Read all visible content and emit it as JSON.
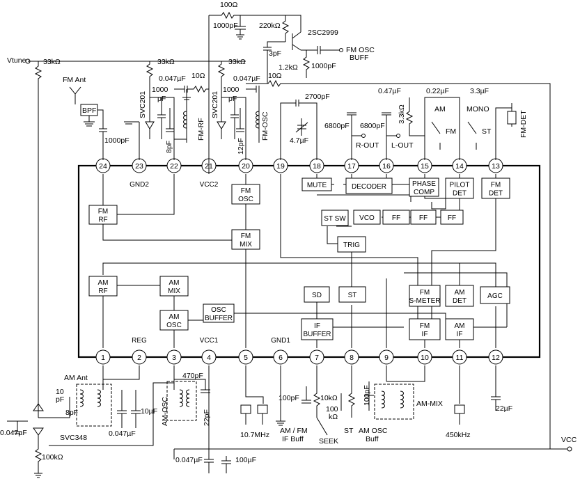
{
  "top_pins": [
    {
      "num": "24",
      "label": ""
    },
    {
      "num": "23",
      "label": "GND2"
    },
    {
      "num": "22",
      "label": ""
    },
    {
      "num": "21",
      "label": "VCC2"
    },
    {
      "num": "20",
      "label": ""
    },
    {
      "num": "19",
      "label": ""
    },
    {
      "num": "18",
      "label": ""
    },
    {
      "num": "17",
      "label": ""
    },
    {
      "num": "16",
      "label": ""
    },
    {
      "num": "15",
      "label": ""
    },
    {
      "num": "14",
      "label": ""
    },
    {
      "num": "13",
      "label": ""
    }
  ],
  "bottom_pins": [
    {
      "num": "1",
      "label": ""
    },
    {
      "num": "2",
      "label": "REG"
    },
    {
      "num": "3",
      "label": ""
    },
    {
      "num": "4",
      "label": "VCC1"
    },
    {
      "num": "5",
      "label": ""
    },
    {
      "num": "6",
      "label": "GND1"
    },
    {
      "num": "7",
      "label": ""
    },
    {
      "num": "8",
      "label": ""
    },
    {
      "num": "9",
      "label": ""
    },
    {
      "num": "10",
      "label": ""
    },
    {
      "num": "11",
      "label": ""
    },
    {
      "num": "12",
      "label": ""
    }
  ],
  "blocks": [
    {
      "id": "fm-rf",
      "l1": "FM",
      "l2": "RF"
    },
    {
      "id": "fm-osc",
      "l1": "FM",
      "l2": "OSC"
    },
    {
      "id": "fm-mix",
      "l1": "FM",
      "l2": "MIX"
    },
    {
      "id": "mute",
      "l1": "MUTE",
      "l2": ""
    },
    {
      "id": "decoder",
      "l1": "DECODER",
      "l2": ""
    },
    {
      "id": "phase-comp",
      "l1": "PHASE",
      "l2": "COMP"
    },
    {
      "id": "pilot-det",
      "l1": "PILOT",
      "l2": "DET"
    },
    {
      "id": "fm-det",
      "l1": "FM",
      "l2": "DET"
    },
    {
      "id": "st-sw",
      "l1": "ST SW",
      "l2": ""
    },
    {
      "id": "vco",
      "l1": "VCO",
      "l2": ""
    },
    {
      "id": "ff1",
      "l1": "FF",
      "l2": ""
    },
    {
      "id": "ff2",
      "l1": "FF",
      "l2": ""
    },
    {
      "id": "ff3",
      "l1": "FF",
      "l2": ""
    },
    {
      "id": "trig",
      "l1": "TRIG",
      "l2": ""
    },
    {
      "id": "am-rf",
      "l1": "AM",
      "l2": "RF"
    },
    {
      "id": "am-mix",
      "l1": "AM",
      "l2": "MIX"
    },
    {
      "id": "am-osc",
      "l1": "AM",
      "l2": "OSC"
    },
    {
      "id": "osc-buffer",
      "l1": "OSC",
      "l2": "BUFFER"
    },
    {
      "id": "sd",
      "l1": "SD",
      "l2": ""
    },
    {
      "id": "st",
      "l1": "ST",
      "l2": ""
    },
    {
      "id": "if-buffer",
      "l1": "IF",
      "l2": "BUFFER"
    },
    {
      "id": "fm-s-meter",
      "l1": "FM",
      "l2": "S-METER"
    },
    {
      "id": "am-det",
      "l1": "AM",
      "l2": "DET"
    },
    {
      "id": "agc",
      "l1": "AGC",
      "l2": ""
    },
    {
      "id": "fm-if",
      "l1": "FM",
      "l2": "IF"
    },
    {
      "id": "am-if",
      "l1": "AM",
      "l2": "IF"
    }
  ],
  "labels": {
    "r_100": "100Ω",
    "c_1000pf_top": "1000pF",
    "r_220k": "220kΩ",
    "transistor": "2SC2999",
    "c_3pf": "3pF",
    "fm_osc_buff_1": "FM OSC",
    "fm_osc_buff_2": "BUFF",
    "r_1_2k": "1.2kΩ",
    "c_1000pf_buff": "1000pF",
    "vtune": "Vtune",
    "r_33k_a": "33kΩ",
    "r_33k_b": "33kΩ",
    "r_33k_c": "33kΩ",
    "fm_ant": "FM Ant",
    "bpf": "BPF",
    "c_1000pf_24": "1000pF",
    "svc201_a": "SVC201",
    "svc201_b": "SVC201",
    "c_1000_a": "1000",
    "c_pf_a": "pF",
    "c_1000_b": "1000",
    "c_pf_b": "pF",
    "c_047_a": "0.047µF",
    "c_047_b": "0.047µF",
    "r_10_a": "10Ω",
    "r_10_b": "10Ω",
    "c_8pf": "8pF",
    "c_12pf": "12pF",
    "fm_rf_coil": "FM-RF",
    "fm_osc_coil": "FM-OSC",
    "c_2700pf": "2700pF",
    "c_47uf": "4.7µF",
    "c_6800_a": "6800pF",
    "c_6800_b": "6800pF",
    "r_out": "R-OUT",
    "l_out": "L-OUT",
    "r_33k_15": "3.3kΩ",
    "c_047uf_15": "0.47µF",
    "c_022uf": "0.22µF",
    "c_33uf": "3.3µF",
    "am": "AM",
    "fm": "FM",
    "mono": "MONO",
    "st_sw": "ST",
    "fm_det_coil": "FM-DET",
    "am_ant": "AM Ant",
    "c_10pf_1": "10",
    "c_10pf_2": "pF",
    "c_8pf_am": "8pF",
    "c_10uf": "10µF",
    "c_047_am": "0.047µF",
    "c_047_left": "0.047µF",
    "svc348": "SVC348",
    "r_100k": "100kΩ",
    "c_470pf": "470pF",
    "am_osc_coil": "AM-OSC",
    "c_22pf": "22pF",
    "xtal_107": "10.7MHz",
    "c_100pf_a": "100pF",
    "r_10k": "10kΩ",
    "am_fm_if_1": "AM / FM",
    "am_fm_if_2": "IF Buff",
    "seek": "SEEK",
    "r_100k_8_1": "100",
    "r_100k_8_2": "kΩ",
    "st_label": "ST",
    "c_100pf_b": "100pF",
    "am_osc_buff_1": "AM OSC",
    "am_osc_buff_2": "Buff",
    "am_mix_coil": "AM-MIX",
    "xtal_450": "450kHz",
    "c_22uf": "22µF",
    "vcc_right": "VCC",
    "c_047_bottom": "0.047µF",
    "c_100uf": "100µF"
  }
}
